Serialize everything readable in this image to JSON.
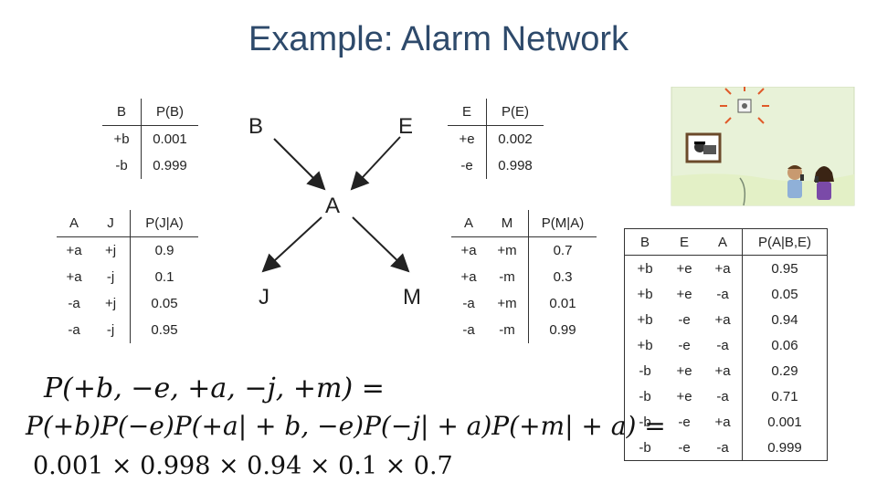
{
  "title": "Example: Alarm Network",
  "nodes": {
    "b": "B",
    "e": "E",
    "a": "A",
    "j": "J",
    "m": "M"
  },
  "cpt_b": {
    "headers": [
      "B",
      "P(B)"
    ],
    "rows": [
      [
        "+b",
        "0.001"
      ],
      [
        "-b",
        "0.999"
      ]
    ]
  },
  "cpt_e": {
    "headers": [
      "E",
      "P(E)"
    ],
    "rows": [
      [
        "+e",
        "0.002"
      ],
      [
        "-e",
        "0.998"
      ]
    ]
  },
  "cpt_j": {
    "headers": [
      "A",
      "J",
      "P(J|A)"
    ],
    "rows": [
      [
        "+a",
        "+j",
        "0.9"
      ],
      [
        "+a",
        "-j",
        "0.1"
      ],
      [
        "-a",
        "+j",
        "0.05"
      ],
      [
        "-a",
        "-j",
        "0.95"
      ]
    ]
  },
  "cpt_m": {
    "headers": [
      "A",
      "M",
      "P(M|A)"
    ],
    "rows": [
      [
        "+a",
        "+m",
        "0.7"
      ],
      [
        "+a",
        "-m",
        "0.3"
      ],
      [
        "-a",
        "+m",
        "0.01"
      ],
      [
        "-a",
        "-m",
        "0.99"
      ]
    ]
  },
  "cpt_a": {
    "headers": [
      "B",
      "E",
      "A",
      "P(A|B,E)"
    ],
    "rows": [
      [
        "+b",
        "+e",
        "+a",
        "0.95"
      ],
      [
        "+b",
        "+e",
        "-a",
        "0.05"
      ],
      [
        "+b",
        "-e",
        "+a",
        "0.94"
      ],
      [
        "+b",
        "-e",
        "-a",
        "0.06"
      ],
      [
        "-b",
        "+e",
        "+a",
        "0.29"
      ],
      [
        "-b",
        "+e",
        "-a",
        "0.71"
      ],
      [
        "-b",
        "-e",
        "+a",
        "0.001"
      ],
      [
        "-b",
        "-e",
        "-a",
        "0.999"
      ]
    ]
  },
  "formula": {
    "line1": "P(+b, −e, +a, −j, +m) =",
    "line2": "P(+b)P(−e)P(+a| + b, −e)P(−j| + a)P(+m| + a) =",
    "line3": "0.001 × 0.998 × 0.94 × 0.1 × 0.7"
  },
  "colors": {
    "title": "#2e4a6b",
    "text": "#222222",
    "scene_wall": "#e8f2d8",
    "scene_floor": "#e3f0c6"
  }
}
